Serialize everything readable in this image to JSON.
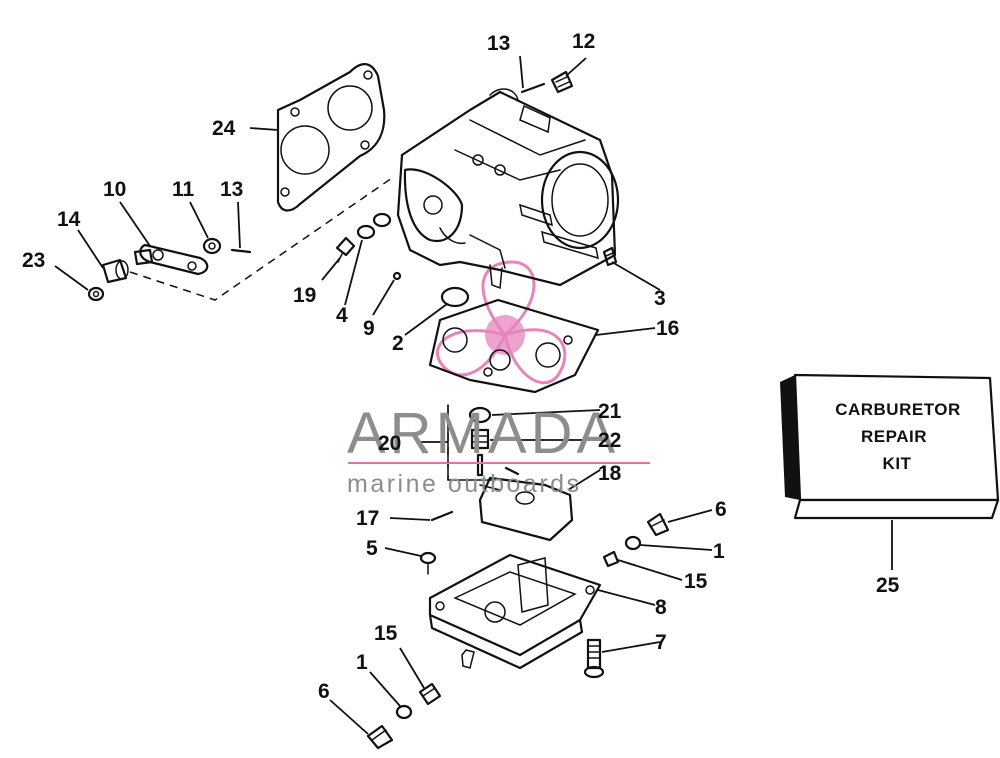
{
  "diagram": {
    "callouts": [
      {
        "id": "c13a",
        "label": "13"
      },
      {
        "id": "c12",
        "label": "12"
      },
      {
        "id": "c24",
        "label": "24"
      },
      {
        "id": "c10",
        "label": "10"
      },
      {
        "id": "c11",
        "label": "11"
      },
      {
        "id": "c13b",
        "label": "13"
      },
      {
        "id": "c14",
        "label": "14"
      },
      {
        "id": "c23",
        "label": "23"
      },
      {
        "id": "c19",
        "label": "19"
      },
      {
        "id": "c4",
        "label": "4"
      },
      {
        "id": "c9",
        "label": "9"
      },
      {
        "id": "c2",
        "label": "2"
      },
      {
        "id": "c3",
        "label": "3"
      },
      {
        "id": "c16",
        "label": "16"
      },
      {
        "id": "c21",
        "label": "21"
      },
      {
        "id": "c20",
        "label": "20"
      },
      {
        "id": "c22",
        "label": "22"
      },
      {
        "id": "c18",
        "label": "18"
      },
      {
        "id": "c17",
        "label": "17"
      },
      {
        "id": "c5",
        "label": "5"
      },
      {
        "id": "c6a",
        "label": "6"
      },
      {
        "id": "c1a",
        "label": "1"
      },
      {
        "id": "c15a",
        "label": "15"
      },
      {
        "id": "c8",
        "label": "8"
      },
      {
        "id": "c7",
        "label": "7"
      },
      {
        "id": "c15b",
        "label": "15"
      },
      {
        "id": "c1b",
        "label": "1"
      },
      {
        "id": "c6b",
        "label": "6"
      },
      {
        "id": "c25",
        "label": "25"
      }
    ],
    "kit_box": {
      "line1": "CARBURETOR",
      "line2": "REPAIR",
      "line3": "KIT"
    }
  },
  "watermark": {
    "title": "ARMADA",
    "subtitle": "marine outboards",
    "accent_color": "#e26fb0"
  }
}
